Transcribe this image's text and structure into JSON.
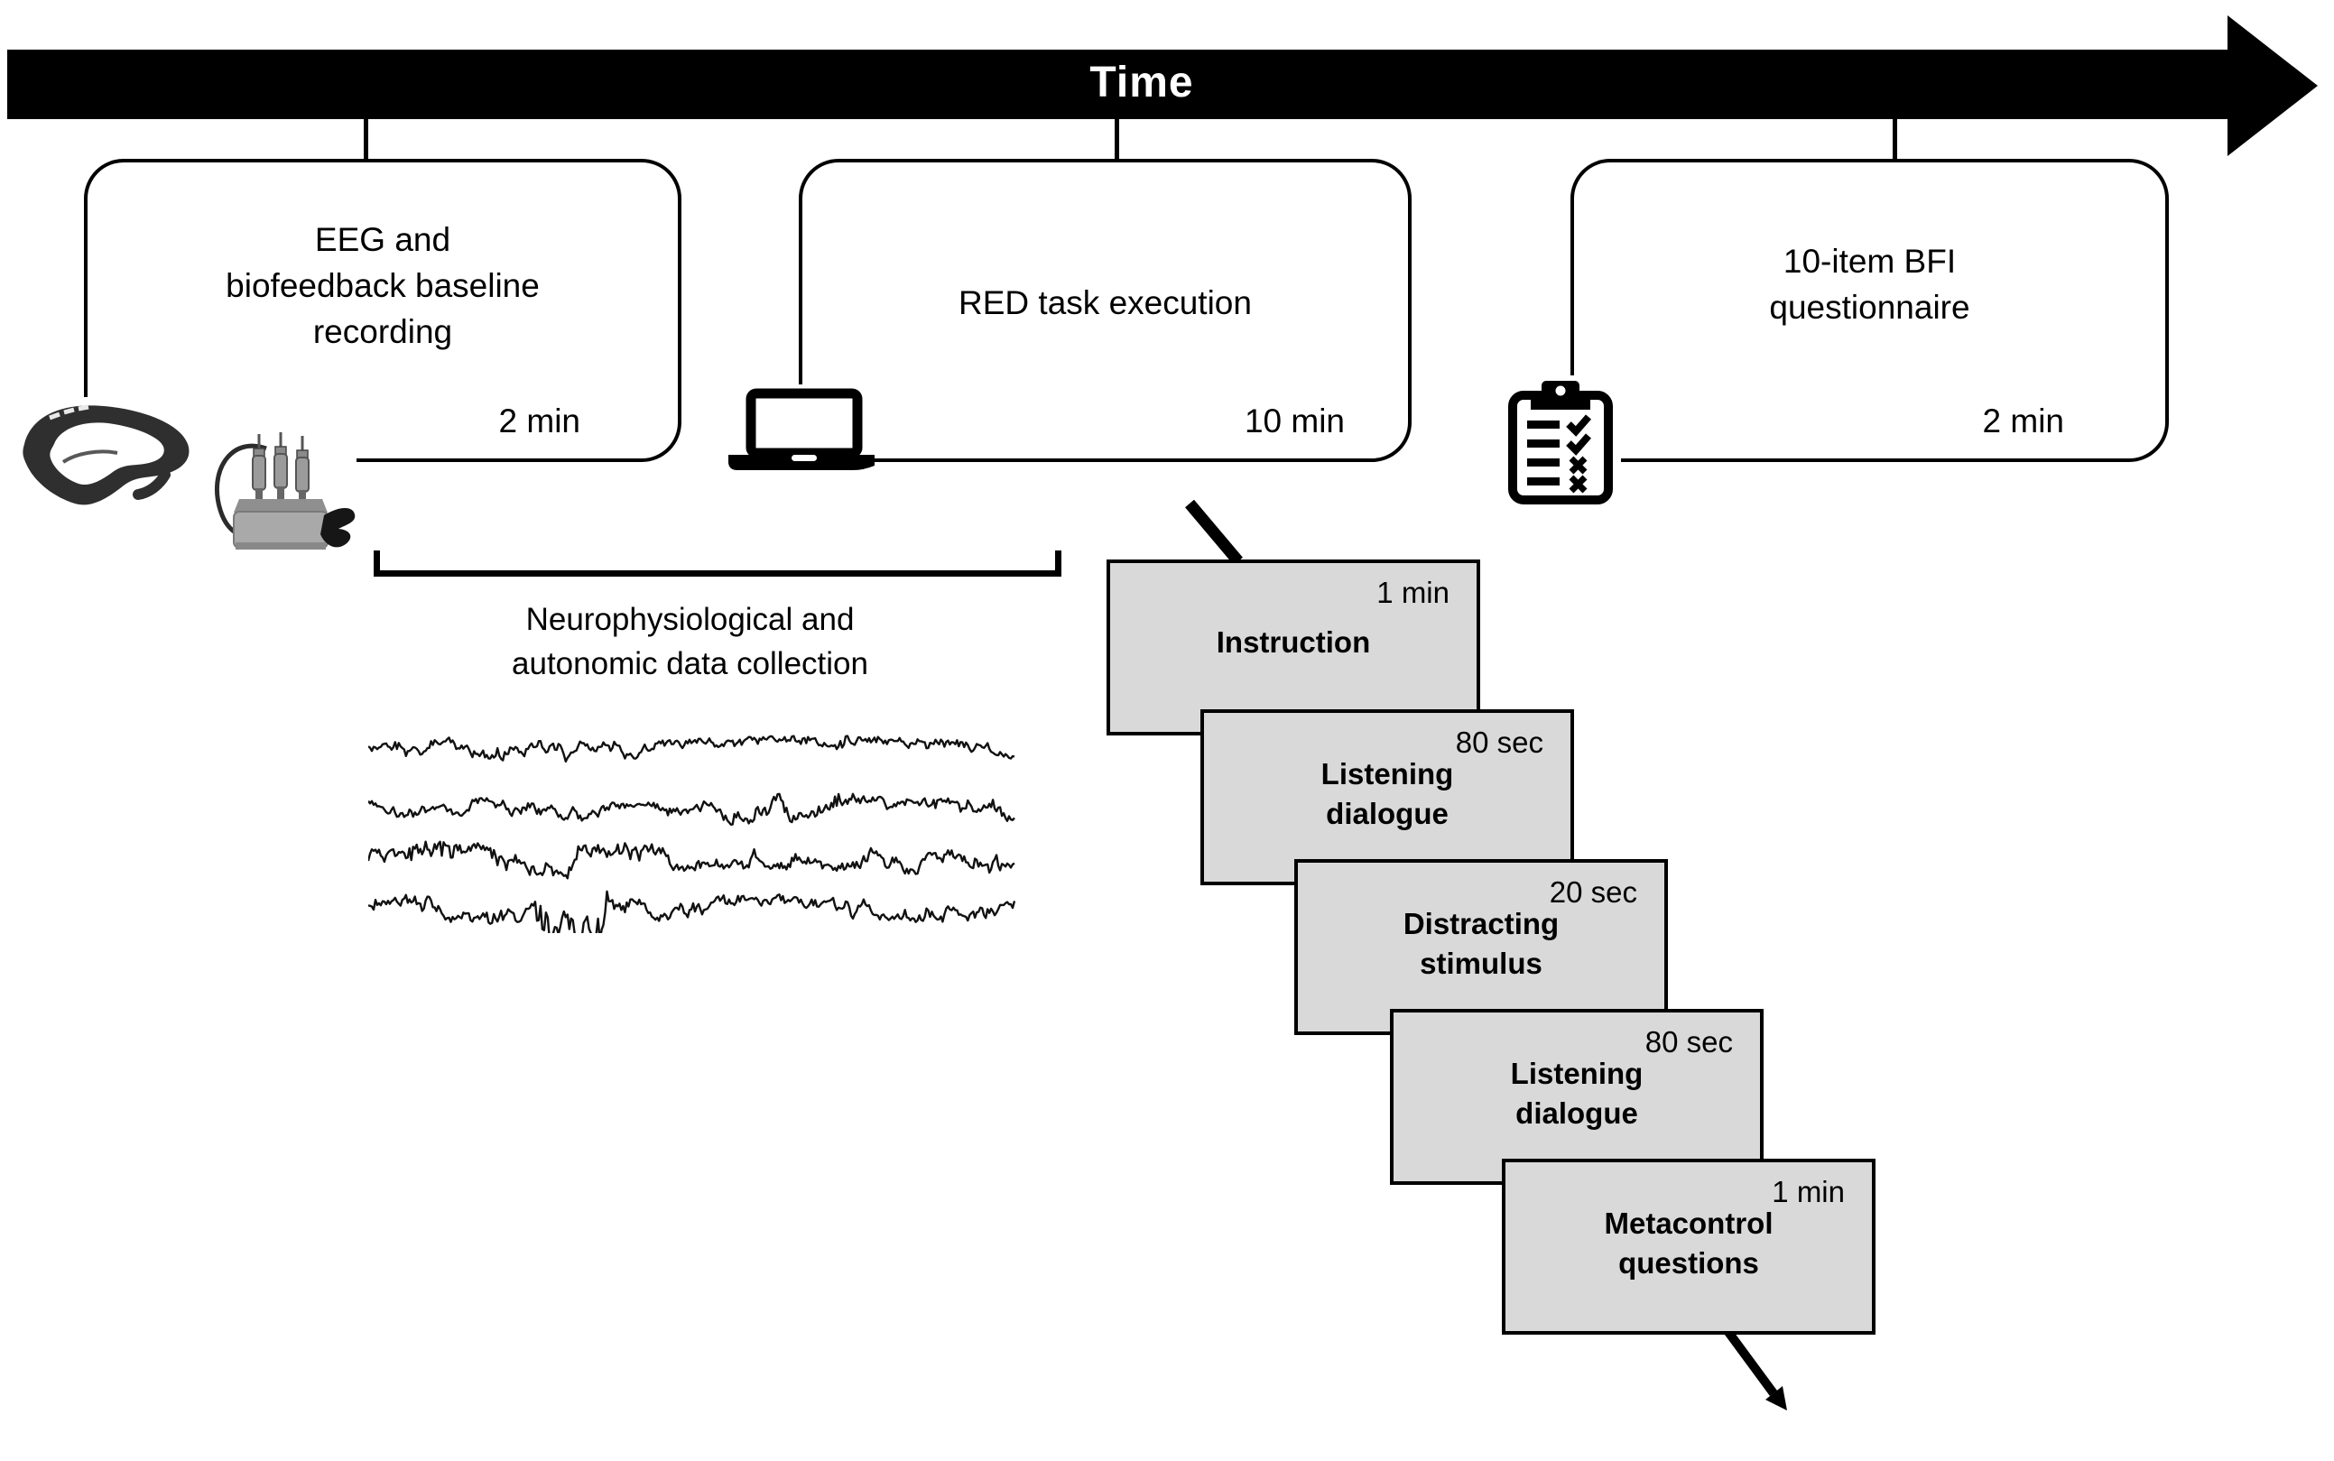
{
  "timeline": {
    "label": "Time"
  },
  "phases": [
    {
      "title": "EEG and\nbiofeedback baseline\nrecording",
      "duration": "2 min"
    },
    {
      "title": "RED task execution",
      "duration": "10 min"
    },
    {
      "title": "10-item BFI\nquestionnaire",
      "duration": "2 min"
    }
  ],
  "data_collection_caption": "Neurophysiological and\nautonomic data collection",
  "slides": [
    {
      "duration": "1 min",
      "title": "Instruction"
    },
    {
      "duration": "80 sec",
      "title": "Listening\ndialogue"
    },
    {
      "duration": "20 sec",
      "title": "Distracting\nstimulus"
    },
    {
      "duration": "80 sec",
      "title": "Listening\ndialogue"
    },
    {
      "duration": "1 min",
      "title": "Metacontrol\nquestions"
    }
  ],
  "icons": [
    "eeg-headset-icon",
    "biofeedback-sensor-icon",
    "laptop-icon",
    "clipboard-checklist-icon",
    "eeg-traces-image"
  ],
  "colors": {
    "ink": "#000000",
    "background": "#ffffff",
    "slide_fill": "#d9d9d9",
    "device_gray": "#9a9a9a"
  }
}
